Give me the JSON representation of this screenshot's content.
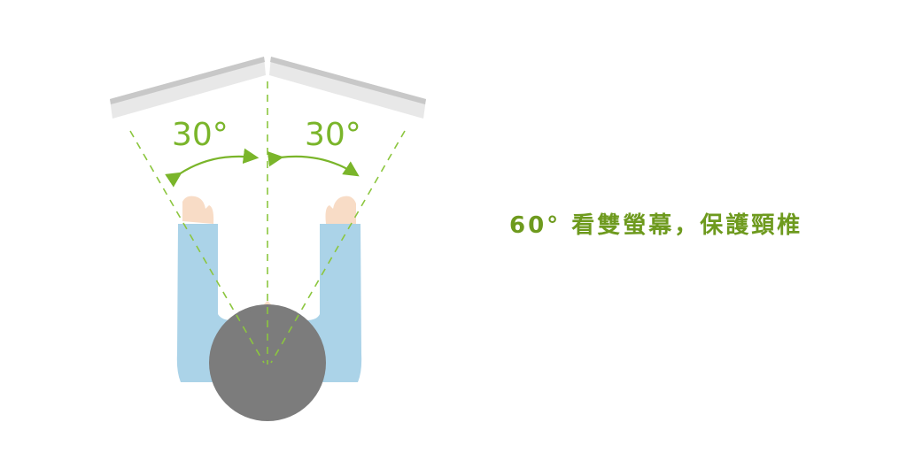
{
  "labels": {
    "left_angle": "30°",
    "right_angle": "30°"
  },
  "caption": "60° 看雙螢幕，保護頸椎",
  "colors": {
    "accent_green": "#7ab52a",
    "text_green": "#6e9a1e",
    "monitor": "#e6e6e6",
    "monitor_edge": "#c4c4c4",
    "shirt": "#abd3e8",
    "skin": "#f8dcc6",
    "hair": "#7c7c7c"
  }
}
